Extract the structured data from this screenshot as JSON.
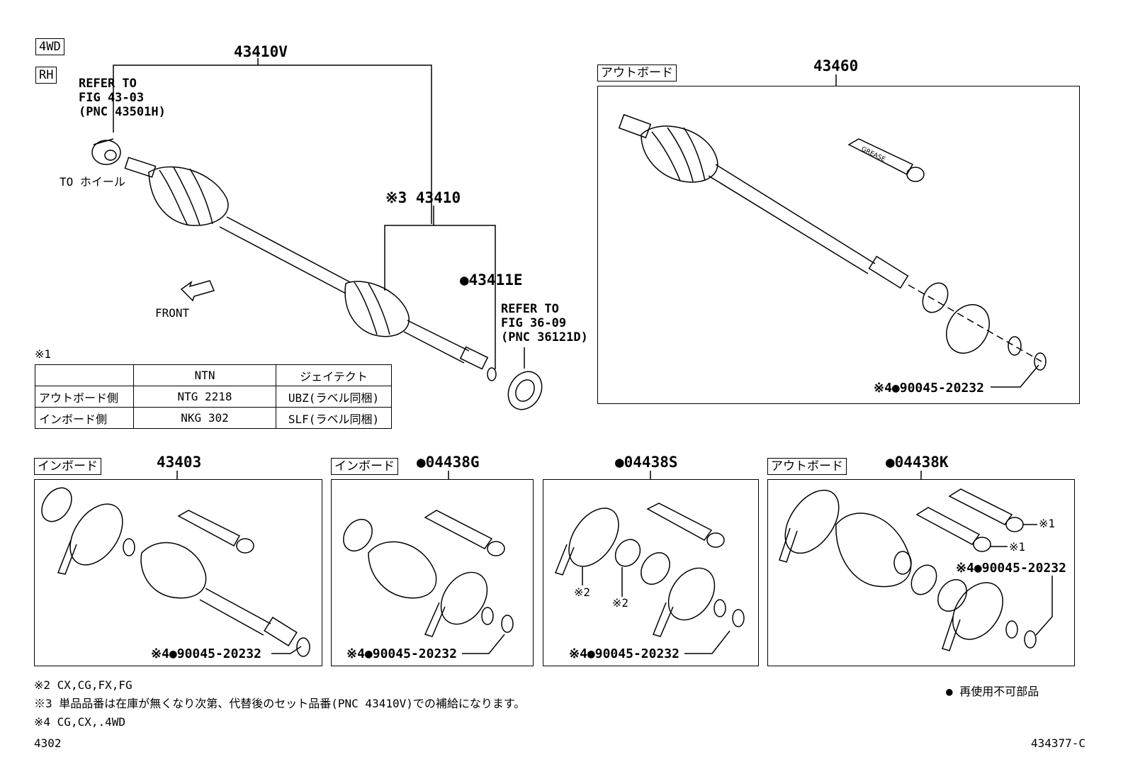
{
  "badges": {
    "drive": "4WD",
    "side": "RH"
  },
  "top_left": {
    "assembly_pnc": "43410V",
    "refer_1": "REFER TO\nFIG 43-03\n(PNC 43501H)",
    "to_wheel": "TO ホイール",
    "front": "FRONT",
    "shaft_pnc": "※3 43410",
    "seal_pnc": "●43411E",
    "refer_2": "REFER TO\nFIG 36-09\n(PNC 36121D)"
  },
  "table": {
    "note": "※1",
    "headers": [
      "",
      "NTN",
      "ジェイテクト"
    ],
    "rows": [
      [
        "アウトボード側",
        "NTG 2218",
        "UBZ(ラベル同梱)"
      ],
      [
        "インボード側",
        "NKG 302",
        "SLF(ラベル同梱)"
      ]
    ]
  },
  "panel_outboard_shaft": {
    "tag": "アウトボード",
    "pnc": "43460",
    "callout": "※4●90045-20232"
  },
  "panel_43403": {
    "tag": "インボード",
    "pnc": "43403",
    "callout": "※4●90045-20232"
  },
  "panel_04438G": {
    "tag": "インボード",
    "pnc": "●04438G",
    "callout": "※4●90045-20232"
  },
  "panel_04438S": {
    "pnc": "●04438S",
    "callout": "※4●90045-20232",
    "note_a": "※2",
    "note_b": "※2"
  },
  "panel_04438K": {
    "tag": "アウトボード",
    "pnc": "●04438K",
    "note_a": "※1",
    "note_b": "※1",
    "callout": "※4●90045-20232"
  },
  "grease_label": "GREASE",
  "footnotes": {
    "n2": "※2 CX,CG,FX,FG",
    "n3": "※3 単品品番は在庫が無くなり次第、代替後のセット品番(PNC 43410V)での補給になります。",
    "n4": "※4 CG,CX,.4WD"
  },
  "legend": "● 再使用不可部品",
  "page_code": "4302",
  "figure_code": "434377-C"
}
